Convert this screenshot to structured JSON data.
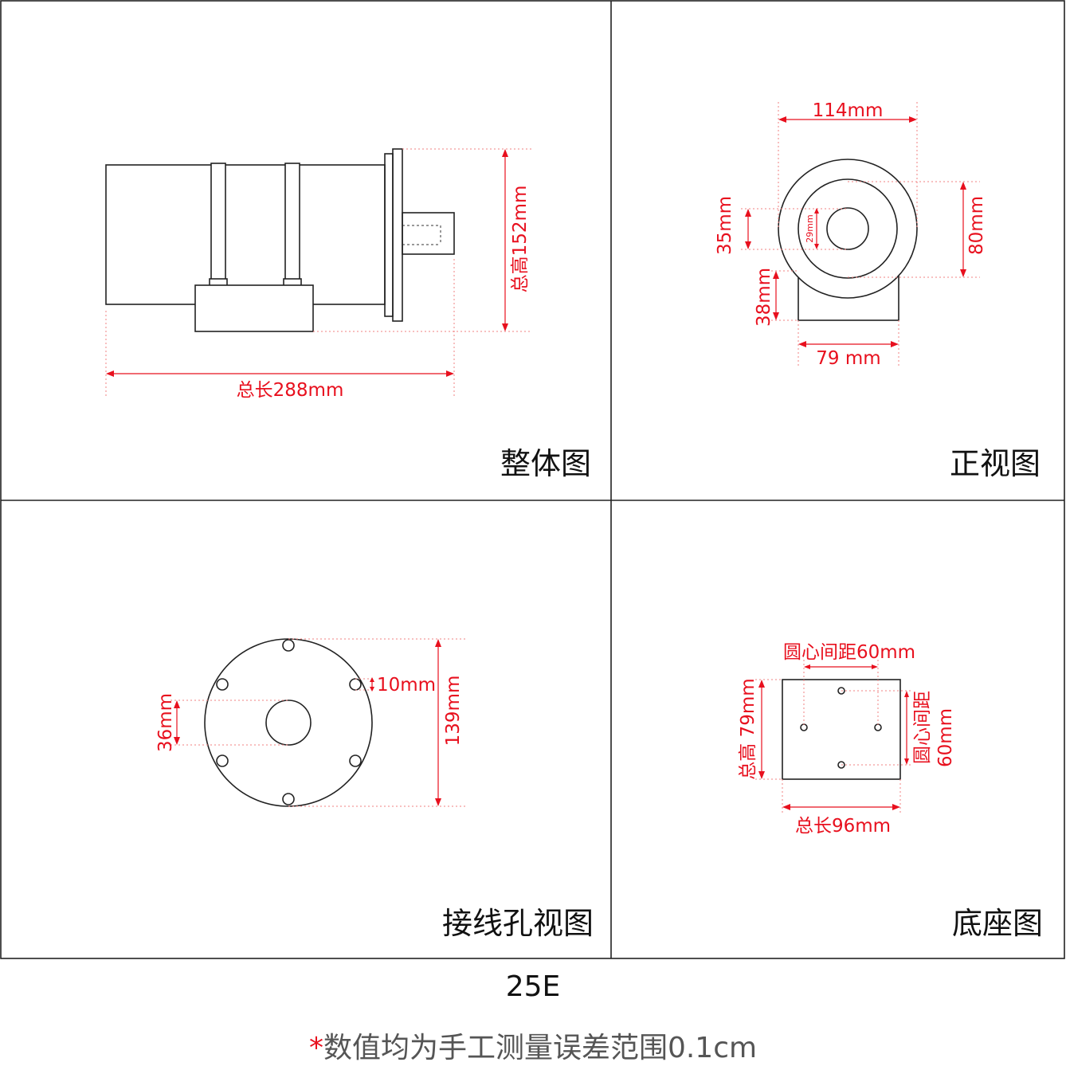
{
  "panels": {
    "overall": {
      "caption": "整体图",
      "height_label": "总高152mm",
      "length_label": "总长288mm"
    },
    "front": {
      "caption": "正视图",
      "width_label": "114mm",
      "inner_label": "35mm",
      "hole_label": "29mm",
      "outer_label": "80mm",
      "base_height_label": "38mm",
      "base_width_label": "79 mm"
    },
    "wiring": {
      "caption": "接线孔视图",
      "hole_label": "36mm",
      "small_hole_label": "10mm",
      "diameter_label": "139mm"
    },
    "base": {
      "caption": "底座图",
      "top_spacing_label": "圆心间距60mm",
      "side_spacing_label_line1": "圆心间距",
      "side_spacing_label_line2": "60mm",
      "height_label": "总高 79mm",
      "length_label": "总长96mm"
    }
  },
  "model": "25E",
  "note": {
    "star": "*",
    "text": "数值均为手工测量误差范围0.1cm"
  },
  "colors": {
    "dimension": "#e8101e",
    "outline": "#222222",
    "note": "#555555"
  }
}
